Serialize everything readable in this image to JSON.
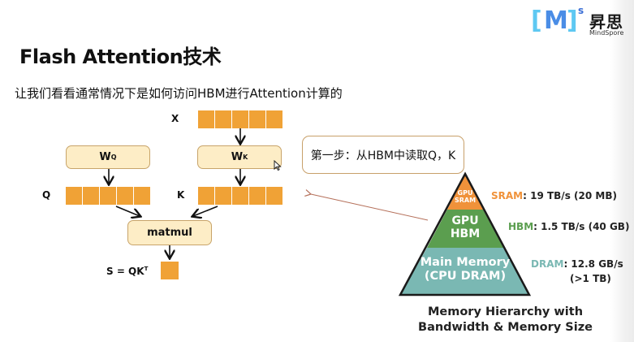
{
  "logo": {
    "bracket_left": "[",
    "letter": "M",
    "bracket_right": "]",
    "superscript": "s",
    "name_cn": "昇思",
    "name_en": "MindSpore"
  },
  "slide": {
    "title": "Flash Attention技术",
    "subtitle": "让我们看看通常情况下是如何访问HBM进行Attention计算的"
  },
  "diagram": {
    "x_label": "X",
    "q_label": "Q",
    "k_label": "K",
    "wq": {
      "base": "W",
      "sub": "Q"
    },
    "wk": {
      "base": "W",
      "sub": "K"
    },
    "matmul_label": "matmul",
    "s_label_base": "S = QK",
    "s_label_sup": "T",
    "vector_cells": 5,
    "cell_color": "#f0a236"
  },
  "callout": {
    "text": "第一步：从HBM中读取Q，K"
  },
  "memory_hierarchy": {
    "levels": [
      {
        "name_lines": [
          "GPU",
          "SRAM"
        ],
        "key": "SRAM",
        "spec": ": 19 TB/s (20 MB)",
        "color": "#f0923a"
      },
      {
        "name_lines": [
          "GPU",
          "HBM"
        ],
        "key": "HBM",
        "spec": ": 1.5 TB/s (40 GB)",
        "color": "#5b9e4f"
      },
      {
        "name_lines": [
          "Main Memory",
          "(CPU DRAM)"
        ],
        "key": "DRAM",
        "spec": ": 12.8 GB/s",
        "spec2": "(>1 TB)",
        "color": "#7ab8b3"
      }
    ],
    "caption_line1": "Memory Hierarchy with",
    "caption_line2": "Bandwidth & Memory Size"
  }
}
